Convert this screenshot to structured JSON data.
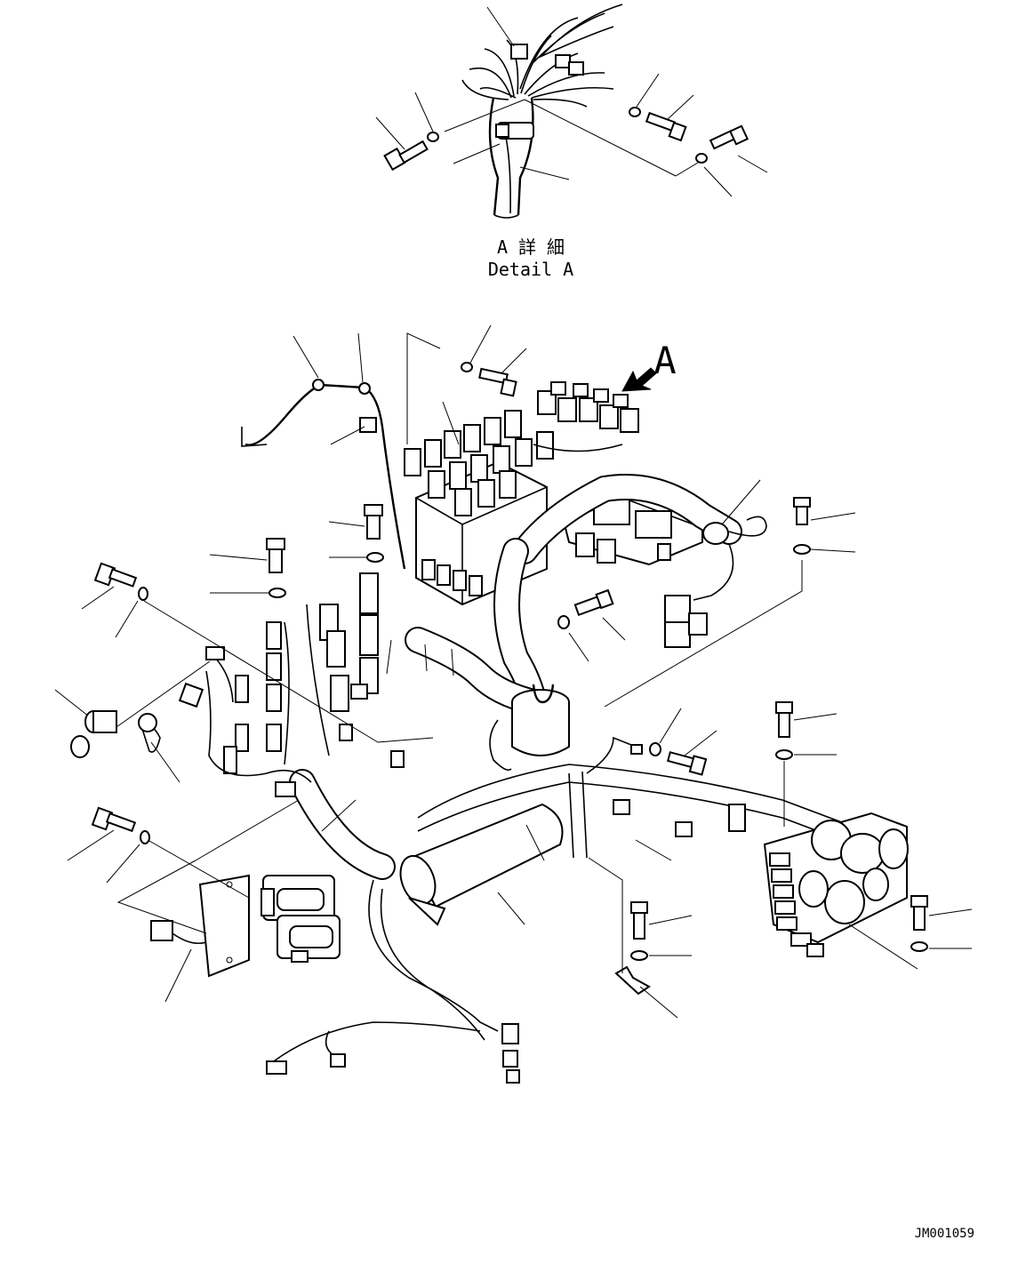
{
  "detail": {
    "marker": "A",
    "title_jp": "A 詳 細",
    "title_en": "Detail A"
  },
  "drawing_code": "JM001059"
}
